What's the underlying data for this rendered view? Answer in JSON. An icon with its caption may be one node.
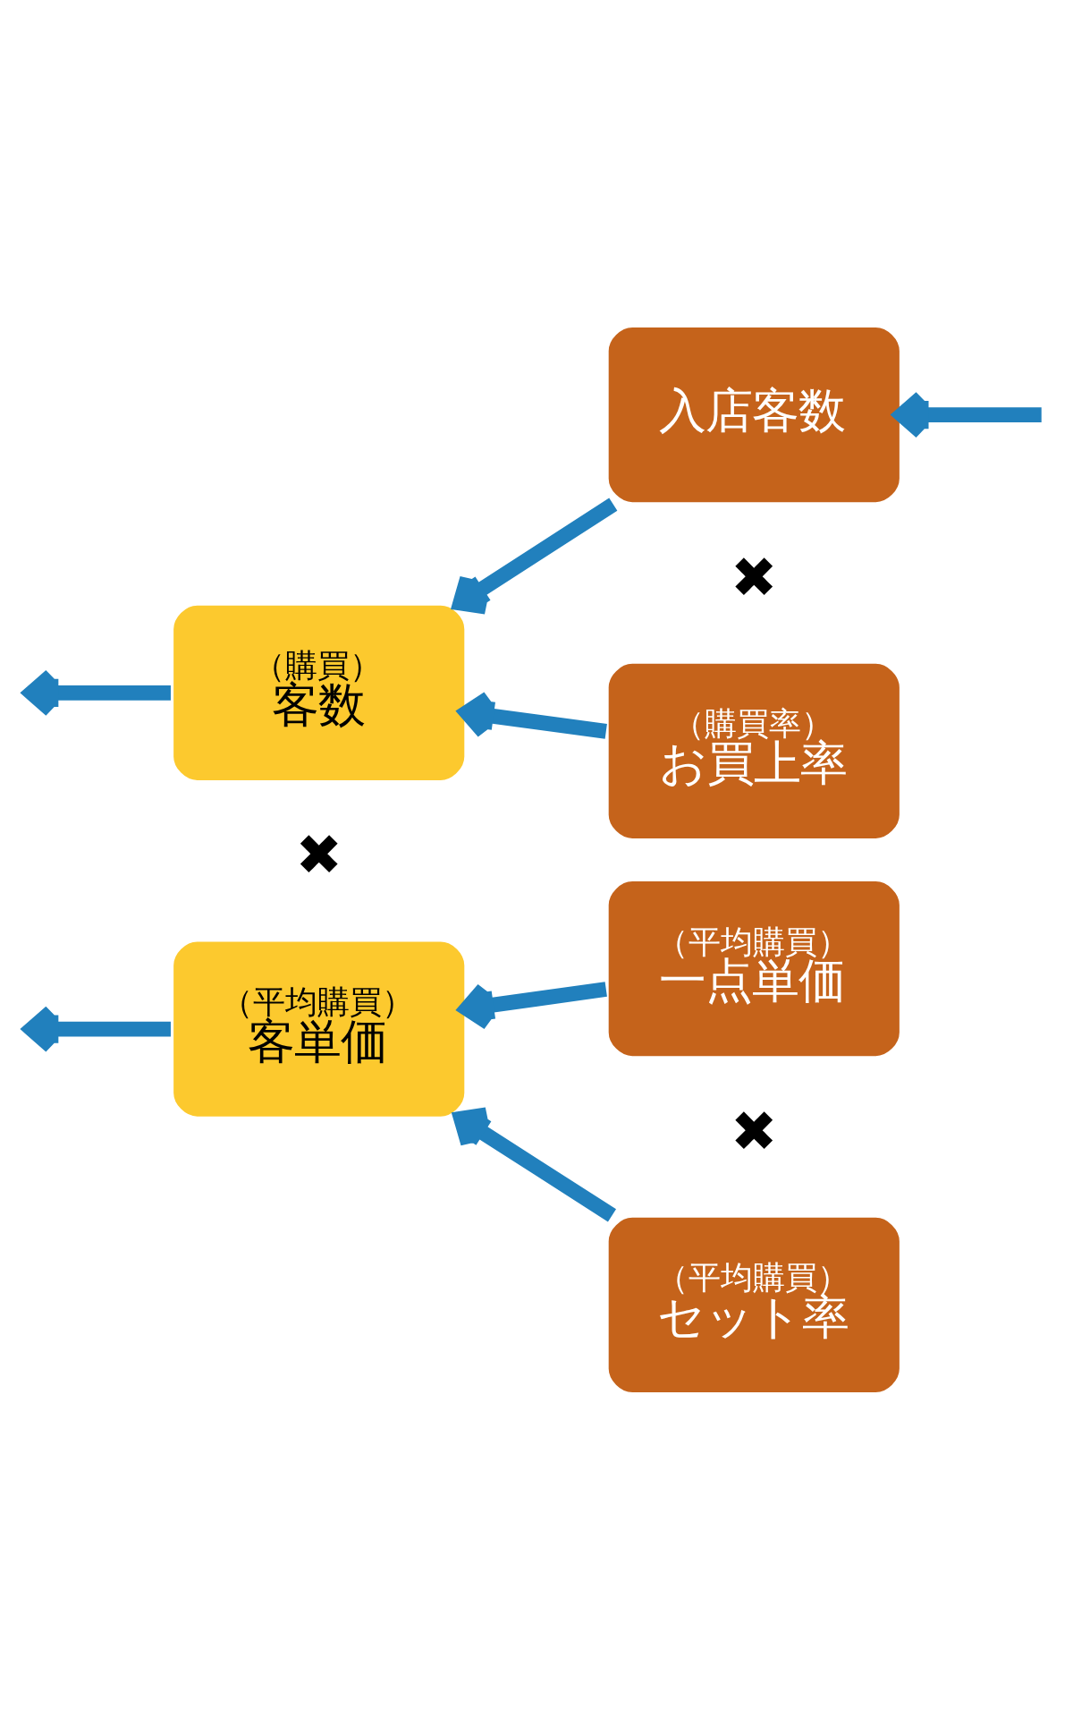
{
  "diagram": {
    "nodes": [
      {
        "text": [
          "（購買）",
          "客数"
        ]
      },
      {
        "text": [
          "入店客数"
        ]
      },
      {
        "text": [
          "（購買率）",
          "お買上率"
        ]
      },
      {
        "text": [
          "（平均購買）",
          "客単価"
        ]
      },
      {
        "text": [
          "（平均購買）",
          "一点単価"
        ]
      },
      {
        "text": [
          "（平均購買）",
          "セット率"
        ]
      }
    ],
    "edges": [
      {
        "from": null,
        "to": 1,
        "arrow": "to"
      },
      {
        "from": 1,
        "to": 0,
        "arrow": "to"
      },
      {
        "from": 2,
        "to": 0,
        "arrow": "to"
      },
      {
        "from": 4,
        "to": 3,
        "arrow": "to"
      },
      {
        "from": 5,
        "to": 3,
        "arrow": "to"
      },
      {
        "from": 0,
        "to": null,
        "arrow": "to"
      },
      {
        "from": 3,
        "to": null,
        "arrow": "to"
      }
    ],
    "labels": [
      "✖",
      "✖",
      "✖"
    ]
  }
}
